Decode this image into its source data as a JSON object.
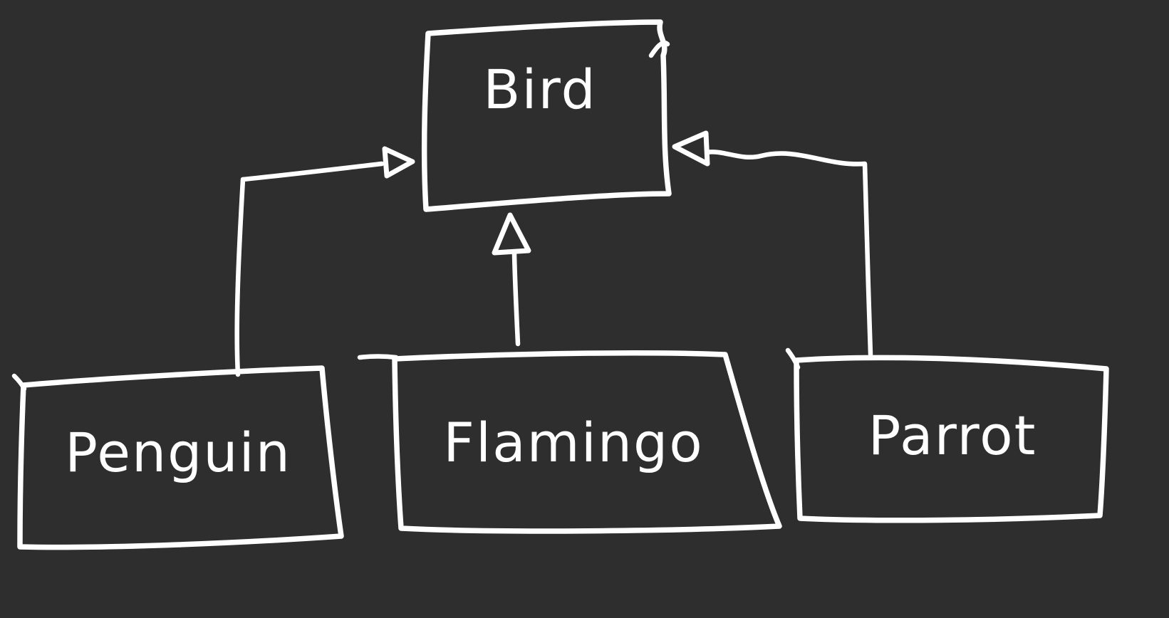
{
  "canvas": {
    "background_color": "#2e2e2e",
    "stroke_color": "#ffffff",
    "style": "hand-drawn-whiteboard"
  },
  "diagram": {
    "type": "uml-inheritance-hierarchy",
    "nodes": [
      {
        "id": "bird",
        "label": "Bird",
        "role": "parent-class"
      },
      {
        "id": "penguin",
        "label": "Penguin",
        "role": "subclass"
      },
      {
        "id": "flamingo",
        "label": "Flamingo",
        "role": "subclass"
      },
      {
        "id": "parrot",
        "label": "Parrot",
        "role": "subclass"
      }
    ],
    "edges": [
      {
        "from": "penguin",
        "to": "bird",
        "type": "inheritance",
        "arrowhead": "hollow-triangle"
      },
      {
        "from": "flamingo",
        "to": "bird",
        "type": "inheritance",
        "arrowhead": "hollow-triangle"
      },
      {
        "from": "parrot",
        "to": "bird",
        "type": "inheritance",
        "arrowhead": "hollow-triangle"
      }
    ]
  }
}
